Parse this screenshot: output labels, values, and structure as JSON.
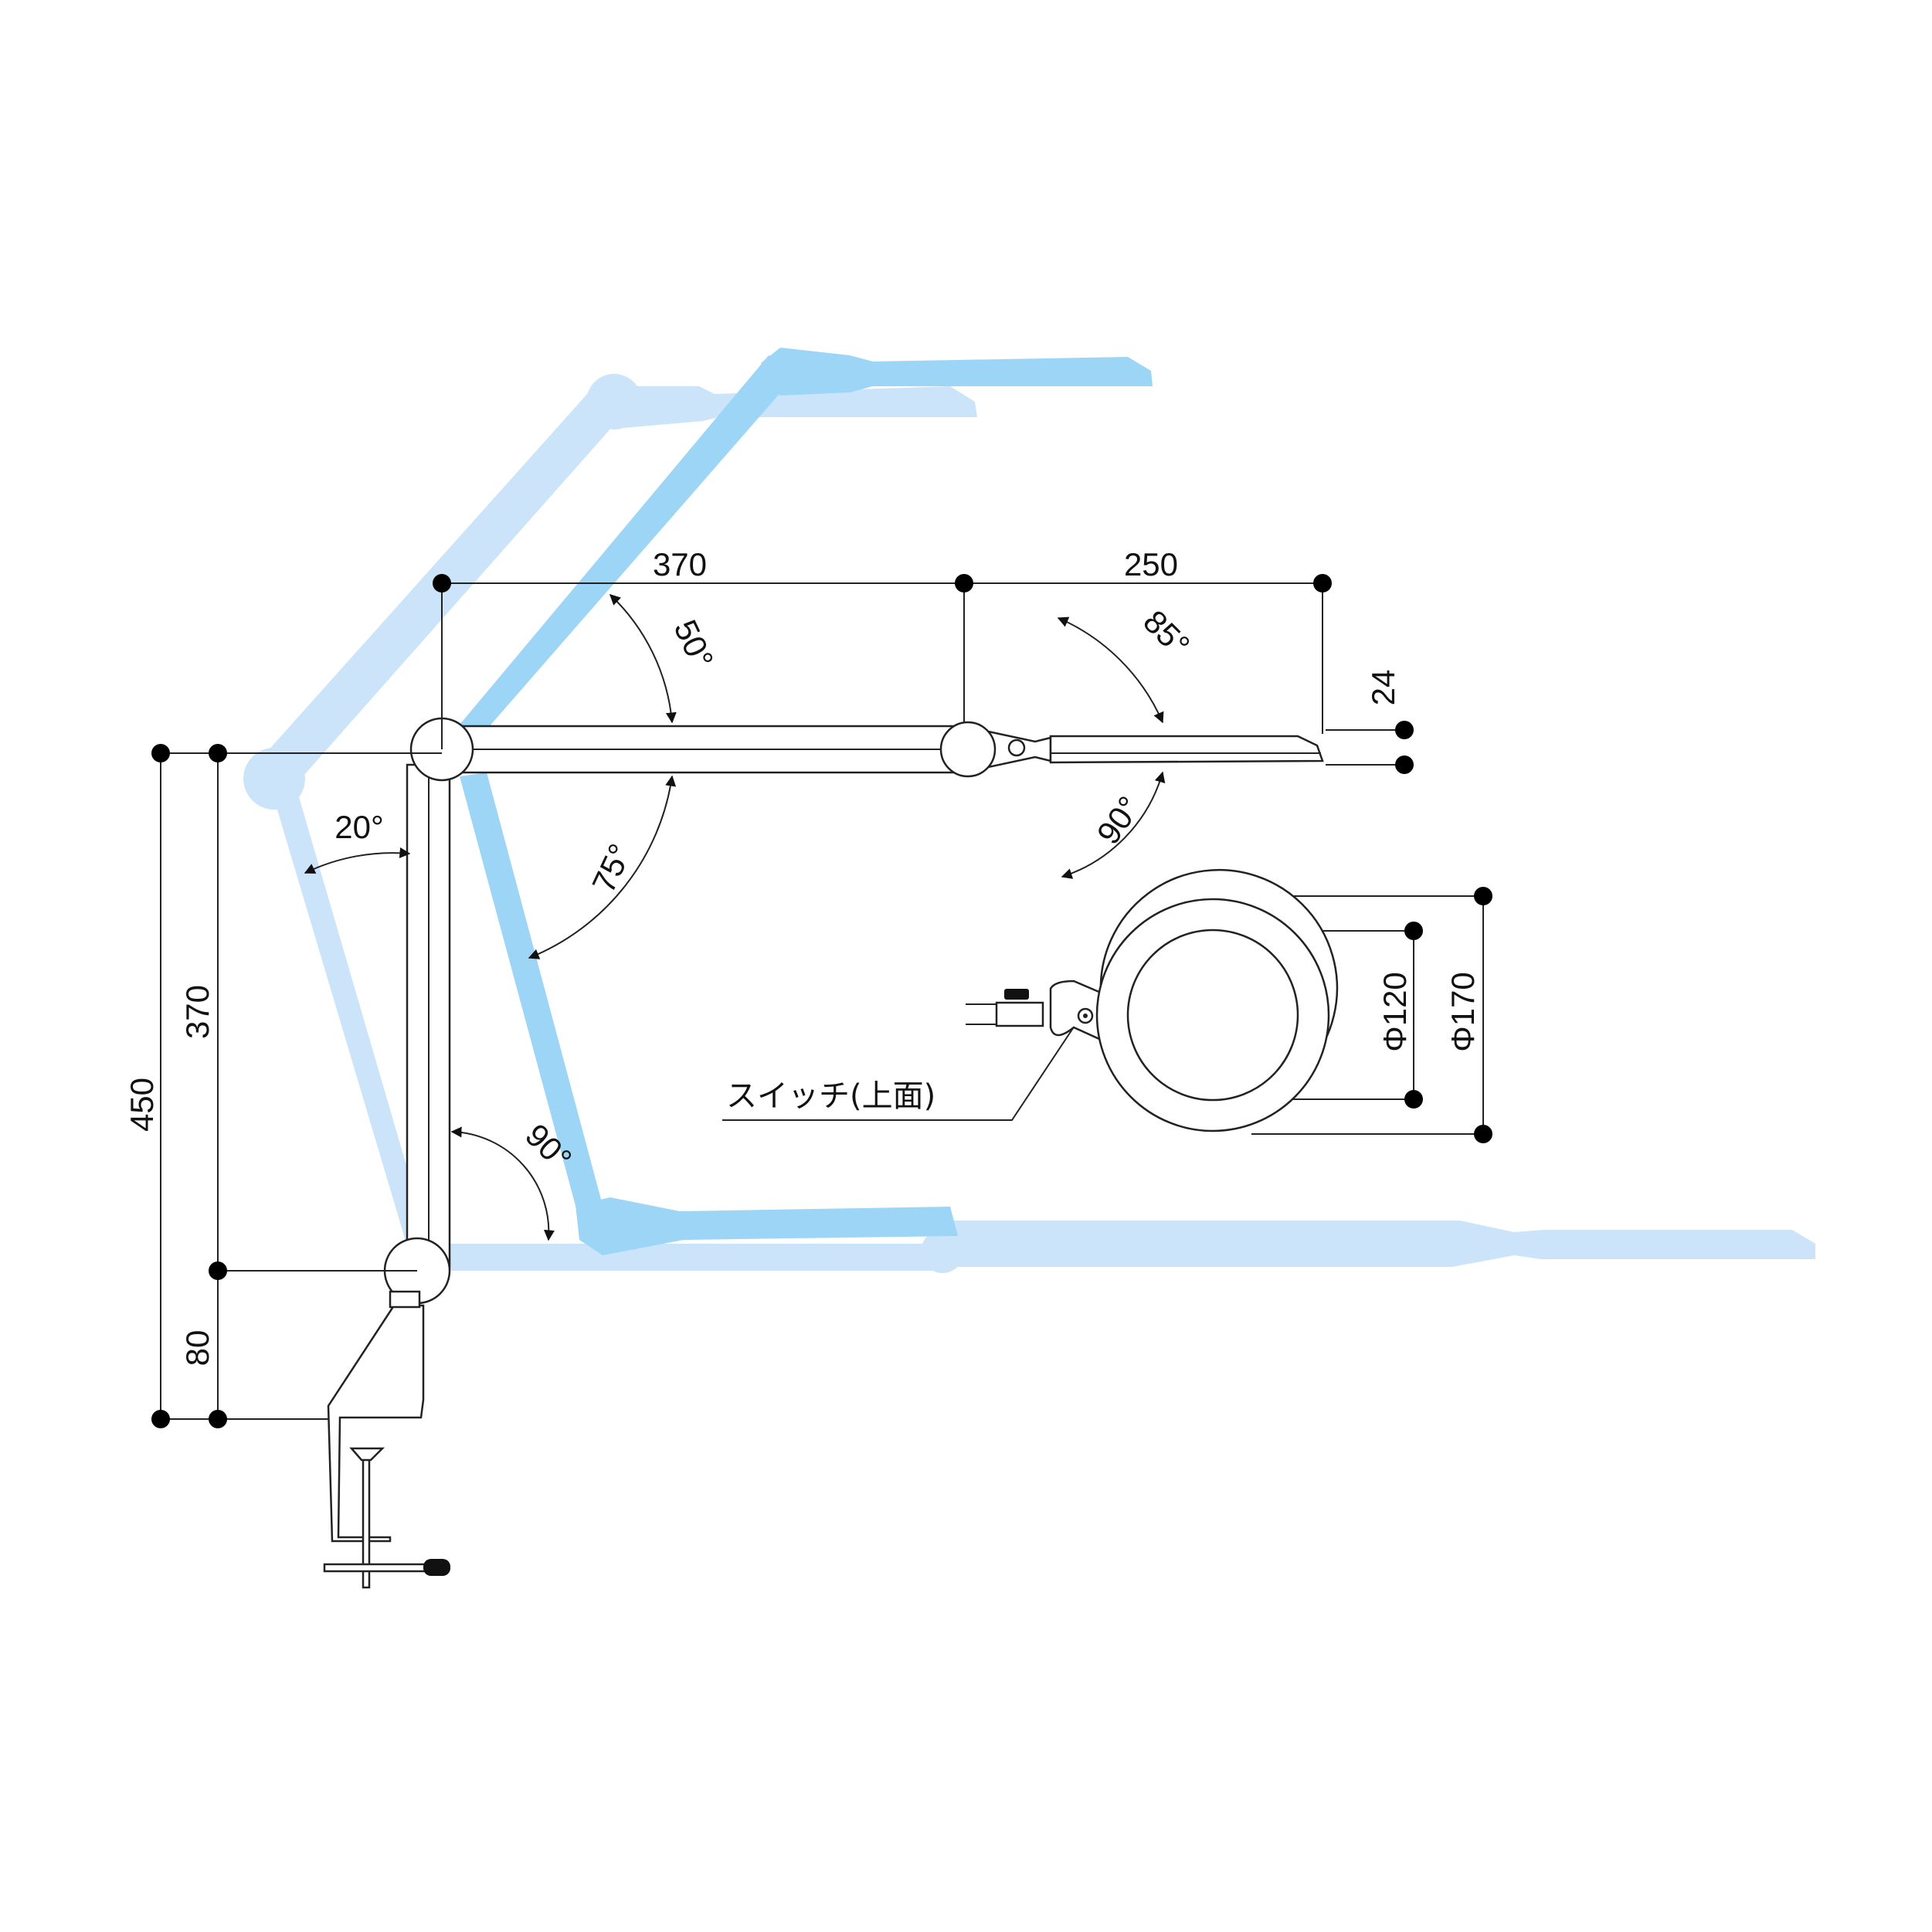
{
  "colors": {
    "light_blue": "#cbe4fa",
    "mid_blue": "#9dd5f7",
    "line": "#222222"
  },
  "dimensions": {
    "arm_length": "370",
    "head_length": "250",
    "head_thickness": "24",
    "total_height": "450",
    "vertical_arm": "370",
    "clamp_height": "80",
    "lens_inner": "Φ120",
    "lens_outer": "Φ170"
  },
  "angles": {
    "upper_arm_up": "50°",
    "upper_arm_down": "75°",
    "head_up": "85°",
    "head_down": "90°",
    "lower_arm_back": "20°",
    "lower_arm_forward": "90°"
  },
  "labels": {
    "switch": "スイッチ(上面)"
  },
  "icons": {
    "dimension_point": "dot-icon",
    "clamp_knob": "knob-icon"
  }
}
